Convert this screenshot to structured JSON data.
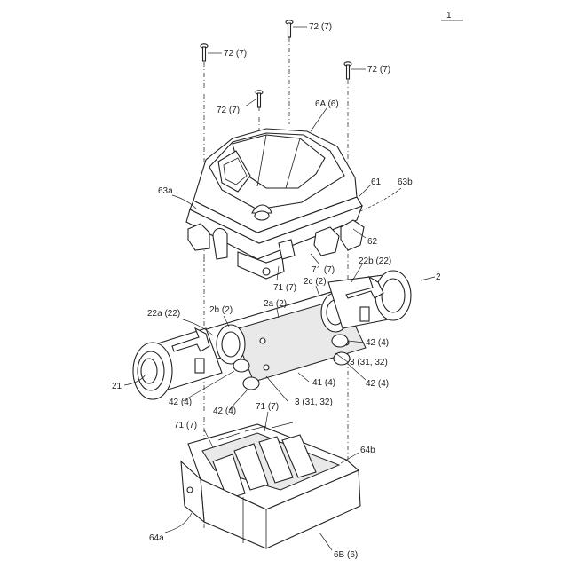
{
  "figure_number": "1",
  "labels": {
    "screw_top": "72 (7)",
    "screw_left": "72 (7)",
    "screw_right": "72 (7)",
    "screw_mid": "72 (7)",
    "cover_upper": "6A (6)",
    "housing_side_a": "63a",
    "housing_side_b": "63b",
    "housing_part": "61",
    "housing_latch": "62",
    "pipe_assembly": "2",
    "fastener_71_right": "71 (7)",
    "fastener_71_left": "71 (7)",
    "pipe_end_22b": "22b (22)",
    "pipe_2c": "2c (2)",
    "pipe_2a": "2a (2)",
    "pipe_2b": "2b (2)",
    "pipe_end_22a": "22a (22)",
    "sensor_42_right_upper": "42 (4)",
    "sensor_42_right_lower": "42 (4)",
    "sensor_42_left": "42 (4)",
    "sensor_42_bottom": "42 (4)",
    "bracket_3_right": "3 (31, 32)",
    "bracket_3_bottom": "3 (31, 32)",
    "board_41": "41 (4)",
    "pipe_end_21": "21",
    "fastener_71_lower_left": "71 (7)",
    "fastener_71_lower_mid": "71 (7)",
    "cover_lower_side_b": "64b",
    "cover_lower_side_a": "64a",
    "cover_lower": "6B (6)"
  }
}
